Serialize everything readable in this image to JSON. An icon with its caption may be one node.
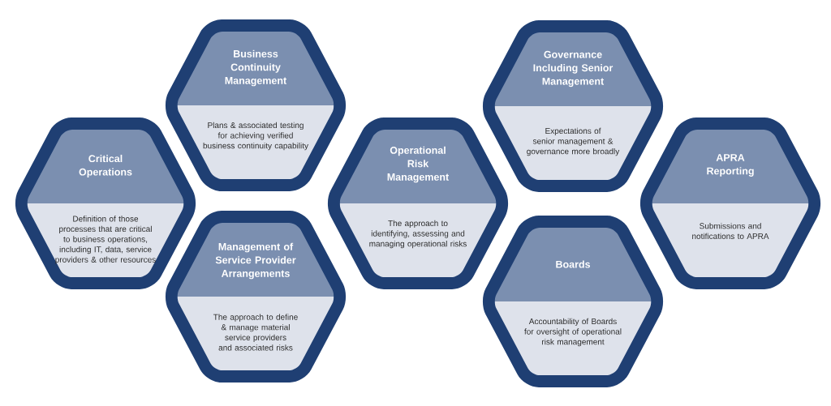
{
  "diagram": {
    "nodes": [
      {
        "text": [
          "Critical Operations",
          "Definition of those processes that are critical to business operations, including IT, data, service providers & other resources"
        ]
      },
      {
        "text": [
          "Business Continuity Management",
          "Plans & associated testing for achieving verified business continuity capability"
        ]
      },
      {
        "text": [
          "Management of Service Provider Arrangements",
          "The approach to define & manage material service providers and associated risks"
        ]
      },
      {
        "text": [
          "Operational Risk Management",
          "The approach to identifying, assessing and managing operational risks"
        ]
      },
      {
        "text": [
          "Governance Including Senior Management",
          "Expectations of senior management & governance more broadly"
        ]
      },
      {
        "text": [
          "Boards",
          "Accountability of Boards for oversight of operational risk management"
        ]
      },
      {
        "text": [
          "APRA Reporting",
          "Submissions and notifications to APRA"
        ]
      }
    ]
  }
}
